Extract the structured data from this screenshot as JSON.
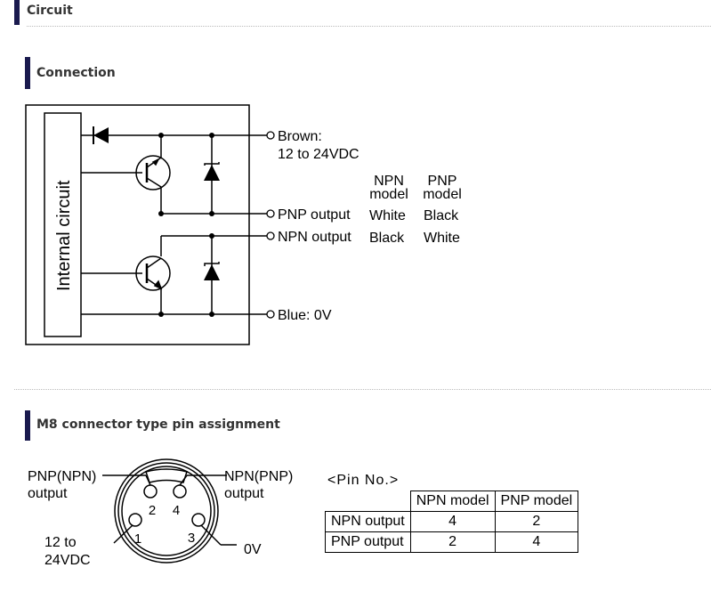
{
  "sections": {
    "circuit": "Circuit",
    "connection": "Connection",
    "m8": "M8 connector type pin assignment"
  },
  "circuit_diagram": {
    "internal_label": "Internal circuit",
    "brown_label": "Brown:",
    "brown_voltage": "12 to 24VDC",
    "npn_model_head": [
      "NPN",
      "model"
    ],
    "pnp_model_head": [
      "PNP",
      "model"
    ],
    "pnp_output_label": "PNP output",
    "npn_output_label": "NPN output",
    "blue_label": "Blue: 0V",
    "pnp_output_npn_model": "White",
    "pnp_output_pnp_model": "Black",
    "npn_output_npn_model": "Black",
    "npn_output_pnp_model": "White"
  },
  "connector": {
    "pin4_label": [
      "PNP(NPN)",
      "output"
    ],
    "pin2_label": [
      "NPN(PNP)",
      "output"
    ],
    "pin1_label": [
      "12 to",
      "24VDC"
    ],
    "pin3_label": "0V",
    "pin_numbers": [
      "1",
      "2",
      "3",
      "4"
    ]
  },
  "pin_table": {
    "title": "<Pin No.>",
    "headers": [
      "NPN model",
      "PNP model"
    ],
    "rows": [
      {
        "label": "NPN output",
        "npn": "4",
        "pnp": "2"
      },
      {
        "label": "PNP output",
        "npn": "2",
        "pnp": "4"
      }
    ]
  }
}
